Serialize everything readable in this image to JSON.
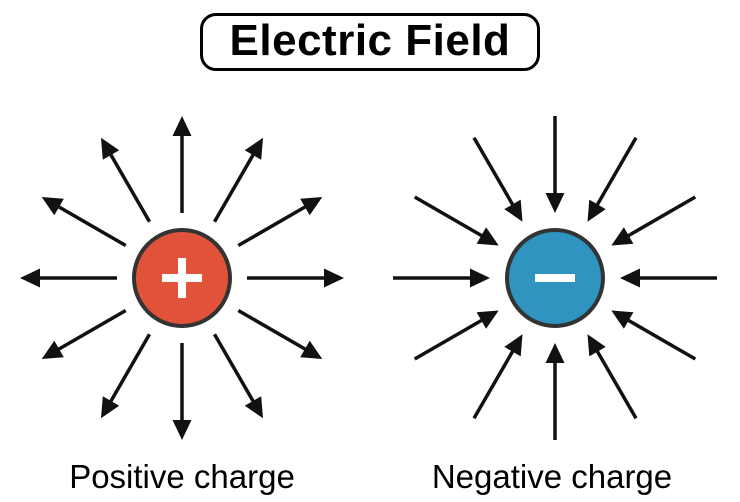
{
  "title": "Electric Field",
  "colors": {
    "background": "#ffffff",
    "arrow": "#111111",
    "circle_border": "#333333",
    "sign": "#ffffff",
    "text": "#000000"
  },
  "charges": [
    {
      "id": "positive",
      "label": "Positive charge",
      "sign": "+",
      "fill": "#e0523a",
      "field_direction": "outward",
      "arrow_count": 12,
      "angle_step_deg": 30,
      "arrow_inner_radius": 65,
      "arrow_outer_radius": 162,
      "circle_radius": 48
    },
    {
      "id": "negative",
      "label": "Negative charge",
      "sign": "−",
      "fill": "#2f94c0",
      "field_direction": "inward",
      "arrow_count": 12,
      "angle_step_deg": 30,
      "arrow_inner_radius": 65,
      "arrow_outer_radius": 162,
      "circle_radius": 48
    }
  ]
}
